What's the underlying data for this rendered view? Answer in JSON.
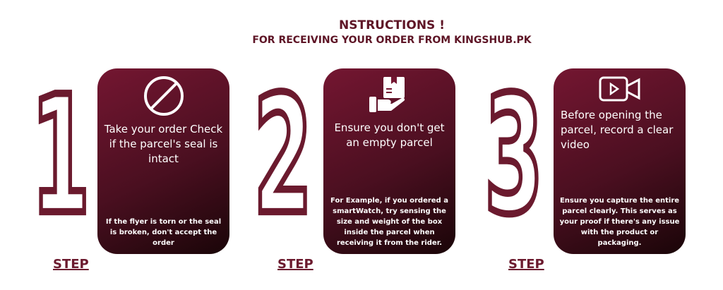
{
  "title": "NSTRUCTIONS !",
  "subtitle": "FOR RECEIVING YOUR ORDER FROM KINGSHUB.PK",
  "steps": [
    {
      "number": "1",
      "label": "STEP",
      "icon": "prohibited-icon",
      "heading": "Take your order Check if the parcel's seal is intact",
      "body": "If the flyer is torn or the seal is broken, don't accept the order"
    },
    {
      "number": "2",
      "label": "STEP",
      "icon": "hand-holding-box-icon",
      "heading": "Ensure you don't get an empty parcel",
      "body": "For Example, if you ordered a smartWatch, try sensing the size and weight of the box inside the parcel when receiving it from the rider."
    },
    {
      "number": "3",
      "label": "STEP",
      "icon": "video-camera-icon",
      "heading": "Before opening the parcel, record a clear video",
      "body": "Ensure you capture the entire parcel clearly. This serves as your proof if there's any issue with the product or packaging."
    }
  ],
  "colors": {
    "accent": "#6b1a2e",
    "card_top": "#741631",
    "card_bottom": "#1a0508"
  }
}
